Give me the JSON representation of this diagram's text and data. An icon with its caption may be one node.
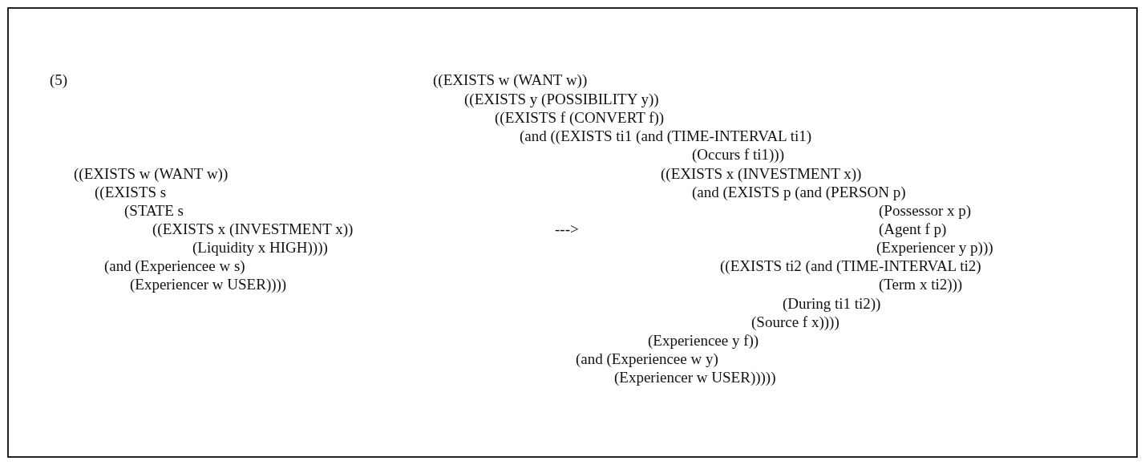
{
  "diagram": {
    "labels": [
      "(5)",
      "((EXISTS w (WANT w))",
      "((EXISTS y (POSSIBILITY y))",
      "((EXISTS f (CONVERT f))",
      "(and ((EXISTS ti1 (and (TIME-INTERVAL ti1)",
      "(Occurs f ti1)))",
      "((EXISTS w (WANT w))",
      "((EXISTS x (INVESTMENT x))",
      "((EXISTS s",
      "(and (EXISTS p (and (PERSON p)",
      "(STATE s",
      "(Possessor x p)",
      "((EXISTS x (INVESTMENT x))",
      "--->",
      "(Agent f p)",
      "(Liquidity x HIGH))))",
      "(Experiencer y p)))",
      "(and (Experiencee w s)",
      "((EXISTS ti2 (and (TIME-INTERVAL ti2)",
      "(Experiencer w USER))))",
      "(Term x ti2)))",
      "(During ti1 ti2))",
      "(Source f x))))",
      "(Experiencee y f))",
      "(and (Experiencee w y)",
      "(Experiencer w USER)))))"
    ]
  }
}
